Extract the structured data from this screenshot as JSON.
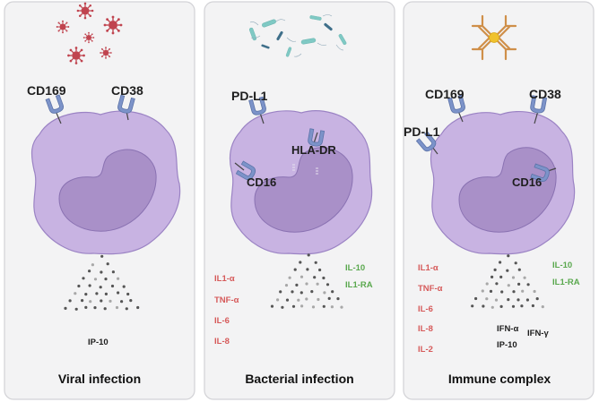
{
  "colors": {
    "panel_fill": "#f3f3f4",
    "panel_stroke": "#d2d2d6",
    "cell_fill": "#c8b3e2",
    "cell_stroke": "#9b83c4",
    "nucleus_fill": "#a990c8",
    "receptor": "#7c93c9",
    "virus": "#c0444f",
    "dots_dark": "#555555",
    "dots_light": "#a8a8a8",
    "pro_inflammatory": "#d65a5a",
    "anti_inflammatory": "#5aa84e",
    "antibody": "#cf8f49",
    "antigen": "#f0c22d"
  },
  "panels": [
    {
      "title": "Viral infection",
      "stimulus_icon": "virus-icon",
      "receptors": [
        "CD169",
        "CD38"
      ],
      "cytokines_pro": [],
      "cytokines_anti": [],
      "secreted": [
        "IP-10"
      ]
    },
    {
      "title": "Bacterial infection",
      "stimulus_icon": "bacteria-icon",
      "receptors": [
        "PD-L1",
        "HLA-DR",
        "CD16"
      ],
      "cytokines_pro": [
        "IL1-α",
        "TNF-α",
        "IL-6",
        "IL-8"
      ],
      "cytokines_anti": [
        "IL-10",
        "IL1-RA"
      ],
      "secreted": []
    },
    {
      "title": "Immune complex",
      "stimulus_icon": "immune-complex-icon",
      "receptors": [
        "CD169",
        "CD38",
        "PD-L1",
        "CD16"
      ],
      "cytokines_pro": [
        "IL1-α",
        "TNF-α",
        "IL-6",
        "IL-8",
        "IL-2"
      ],
      "cytokines_anti": [
        "IL-10",
        "IL1-RA"
      ],
      "secreted": [
        "IFN-α",
        "IFN-γ",
        "IP-10"
      ]
    }
  ]
}
